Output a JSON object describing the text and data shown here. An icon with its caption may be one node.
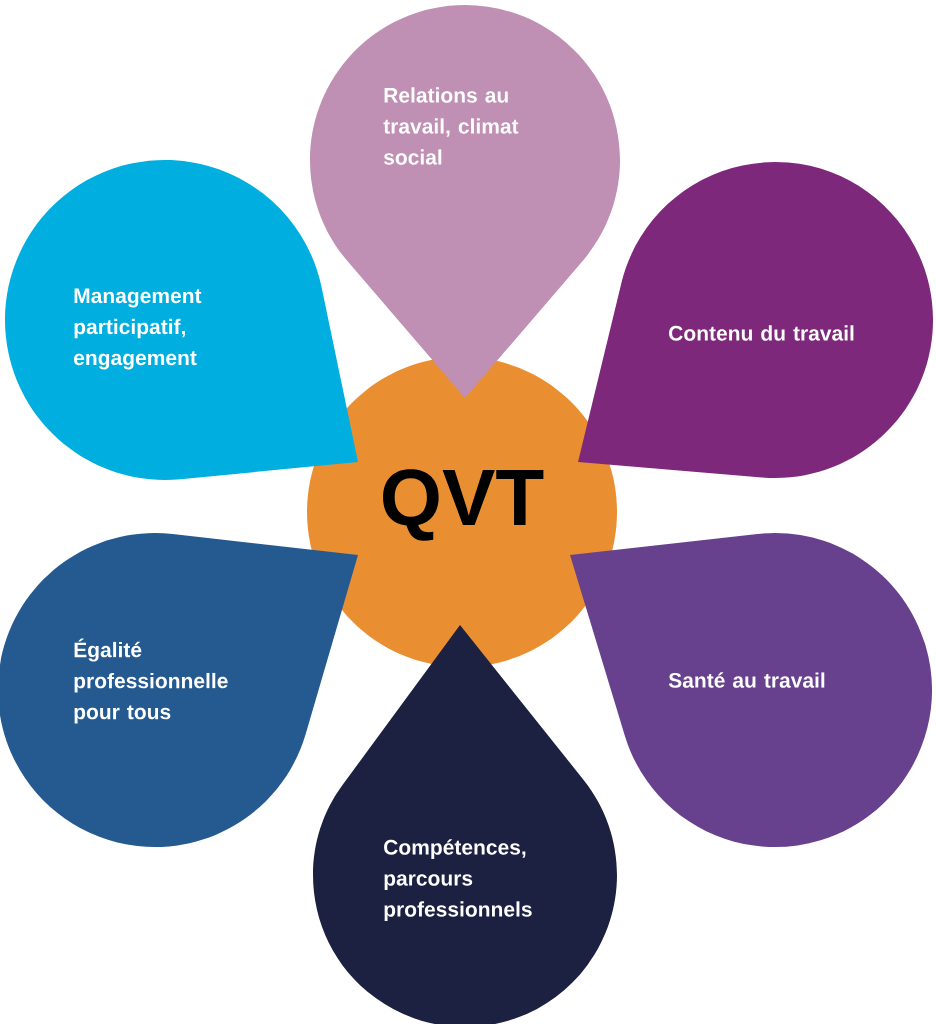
{
  "diagram": {
    "nodes": [
      {
        "text": [
          "Relations au travail, climat social"
        ]
      },
      {
        "text": [
          "Management participatif, engagement"
        ]
      },
      {
        "text": [
          "Contenu du travail"
        ]
      },
      {
        "text": [
          "QVT"
        ]
      },
      {
        "text": [
          "Égalité professionnelle pour tous"
        ]
      },
      {
        "text": [
          "Santé au travail"
        ]
      },
      {
        "text": [
          "Compétences, parcours professionnels"
        ]
      }
    ]
  }
}
